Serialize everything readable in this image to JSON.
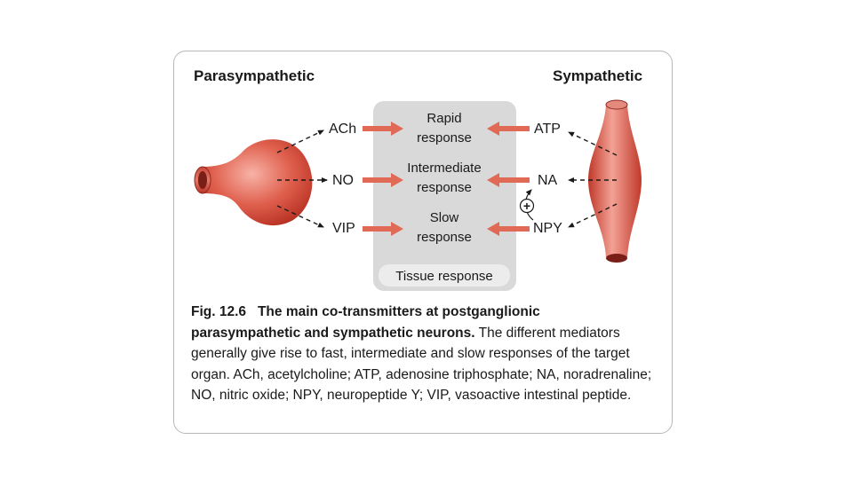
{
  "headers": {
    "left": "Parasympathetic",
    "right": "Sympathetic"
  },
  "left_mediators": [
    "ACh",
    "NO",
    "VIP"
  ],
  "right_mediators": [
    "ATP",
    "NA",
    "NPY"
  ],
  "responses": [
    {
      "line1": "Rapid",
      "line2": "response"
    },
    {
      "line1": "Intermediate",
      "line2": "response"
    },
    {
      "line1": "Slow",
      "line2": "response"
    }
  ],
  "tissue_label": "Tissue response",
  "plus_sign": "+",
  "caption": {
    "figure_label": "Fig. 12.6",
    "title": "The main co-transmitters at postganglionic parasympathetic and sympathetic neurons.",
    "body": "The different mediators generally give rise to fast, intermediate and slow responses of the target organ. ACh, acetylcholine; ATP, adenosine triphosphate; NA, noradrenaline; NO, nitric oxide; NPY, neuropeptide Y; VIP, vasoactive intestinal peptide."
  },
  "colors": {
    "arrow": "#e06a55",
    "panel": "#d9d9d9",
    "tissue_pill": "#ececec",
    "neuron_dark": "#c0392b",
    "neuron_light": "#f4a79a"
  }
}
